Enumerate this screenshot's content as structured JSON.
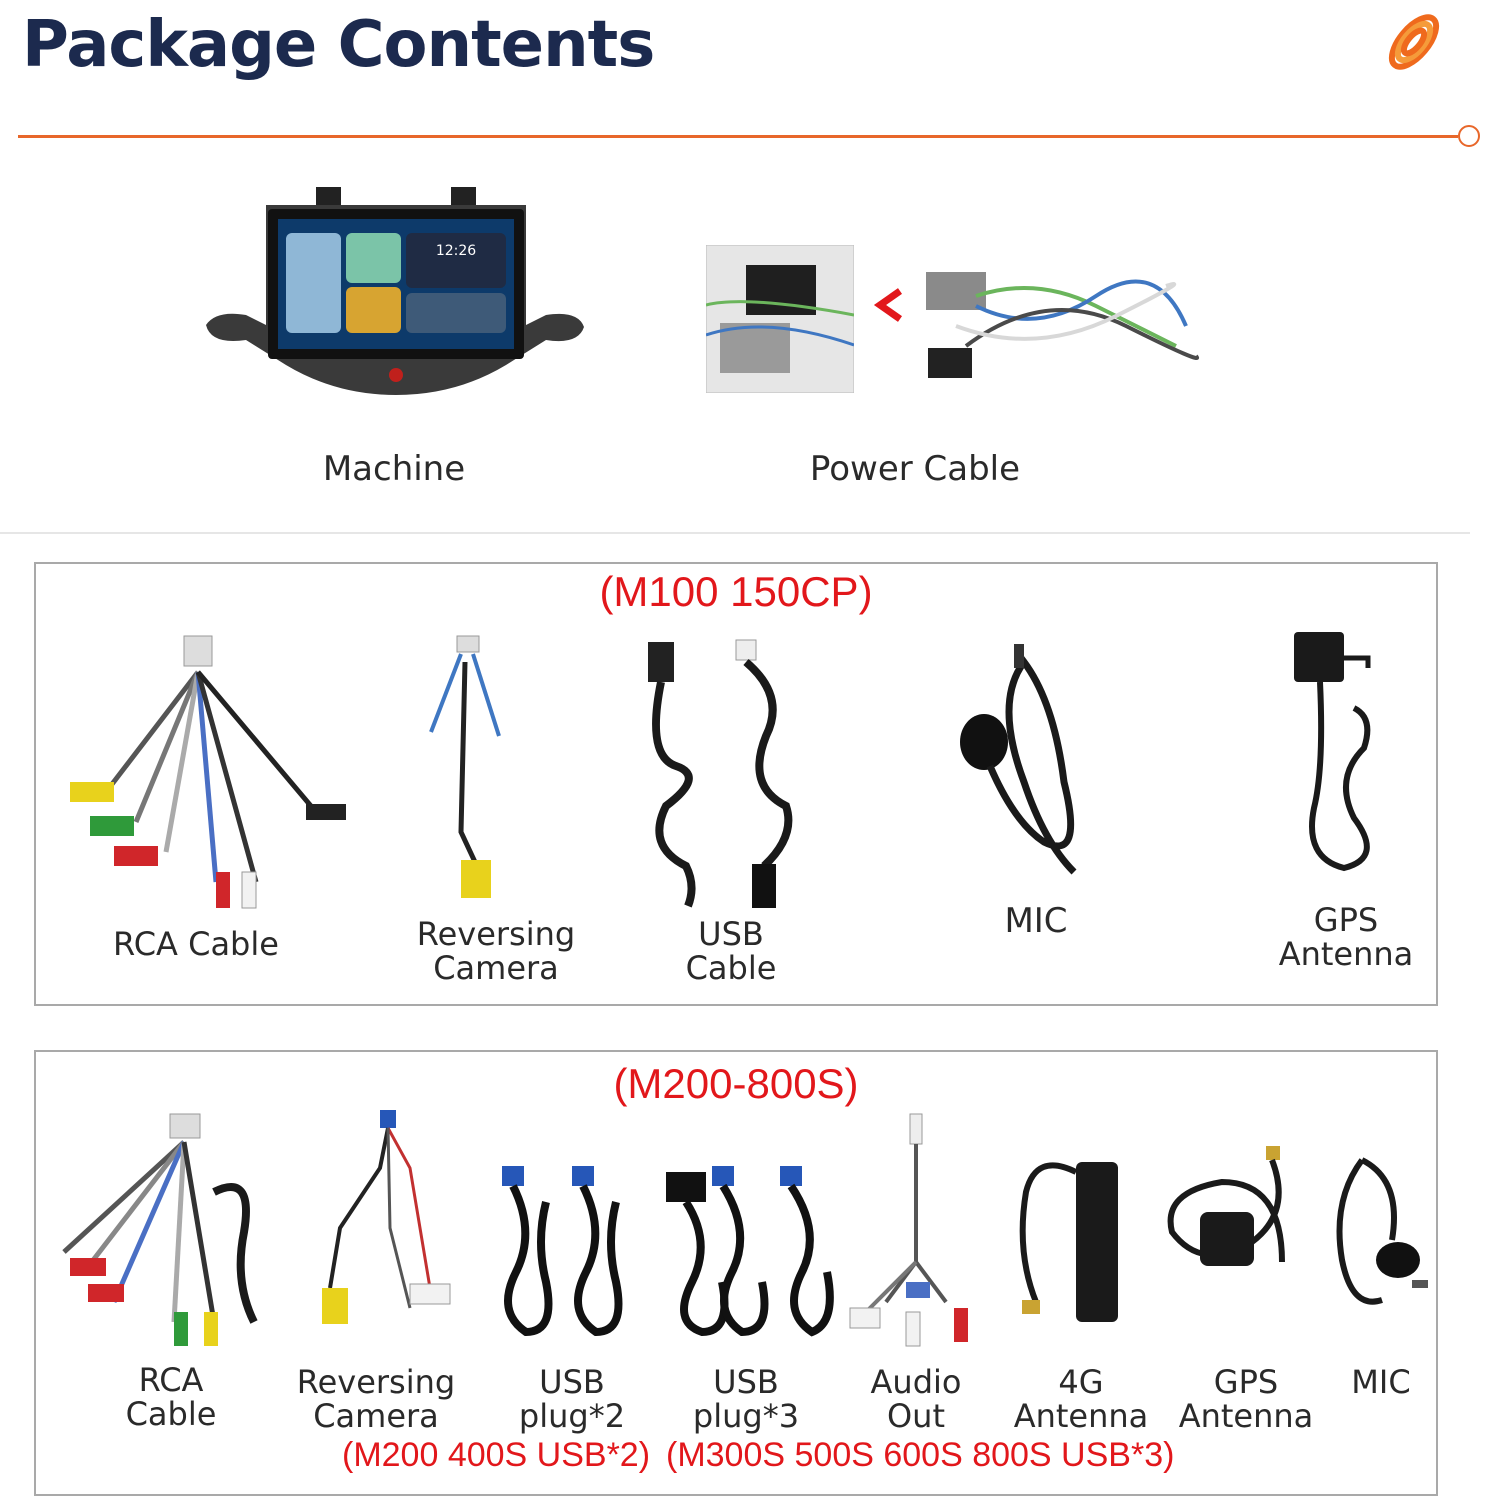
{
  "header": {
    "title": "Package Contents",
    "accent_color": "#e8672a",
    "title_color": "#1c2a4e",
    "logo_icon": "spring-coil-logo-icon"
  },
  "top_items": [
    {
      "label": "Machine",
      "icon": "car-stereo-unit"
    },
    {
      "label": "Power Cable",
      "icon": "wiring-harness"
    }
  ],
  "section1": {
    "title": "(M100 150CP)",
    "items": [
      {
        "label": "RCA Cable"
      },
      {
        "label": "Reversing\nCamera"
      },
      {
        "label": "USB\nCable"
      },
      {
        "label": "MIC"
      },
      {
        "label": "GPS\nAntenna"
      }
    ]
  },
  "section2": {
    "title": "(M200-800S)",
    "items": [
      {
        "label": "RCA\nCable"
      },
      {
        "label": "Reversing\nCamera"
      },
      {
        "label": "USB\nplug*2"
      },
      {
        "label": "USB\nplug*3"
      },
      {
        "label": "Audio\nOut"
      },
      {
        "label": "4G\nAntenna"
      },
      {
        "label": "GPS\nAntenna"
      },
      {
        "label": "MIC"
      }
    ],
    "note_usb2": "(M200 400S USB*2)",
    "note_usb3": "(M300S 500S 600S 800S USB*3)"
  },
  "colors": {
    "red": "#e2171b"
  }
}
